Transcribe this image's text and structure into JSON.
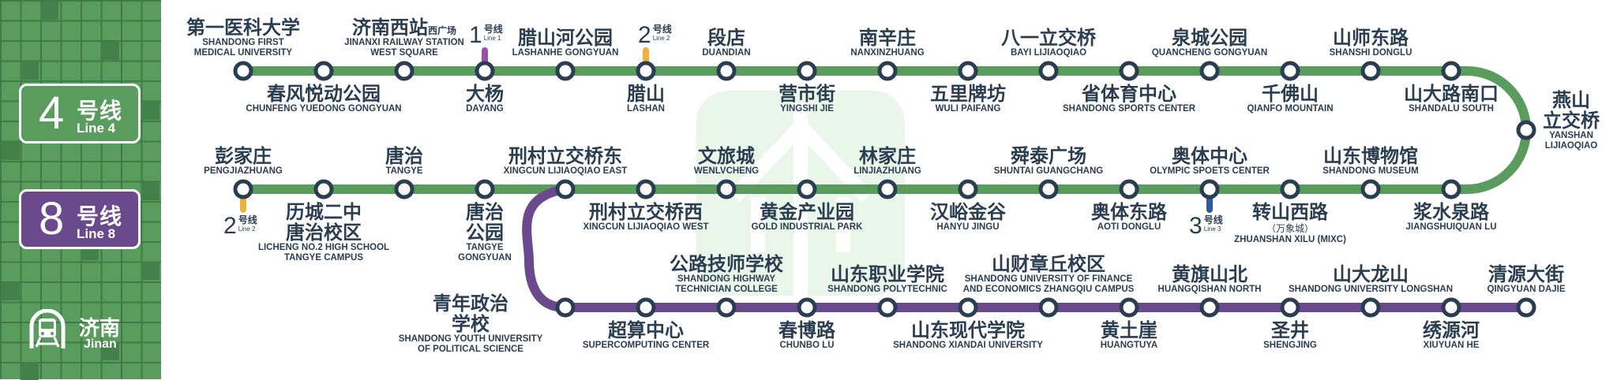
{
  "colors": {
    "line4": "#5a9c5e",
    "line8": "#6a4a8c",
    "line1": "#9a4fa8",
    "line2": "#f0b23c",
    "line3": "#2f5aa0",
    "station_ring": "#2b3d50",
    "text": "#2b3d50",
    "watermark": "#eaf6ea"
  },
  "sidebar": {
    "line4": {
      "number": "4",
      "cn": "号线",
      "en": "Line 4"
    },
    "line8": {
      "number": "8",
      "cn": "号线",
      "en": "Line 8"
    },
    "city": {
      "cn": "济南",
      "en": "Jinan",
      "icon": "metro-train-icon"
    }
  },
  "transfers": {
    "line1": {
      "number": "1",
      "cn": "号线",
      "en": "Line 1"
    },
    "line2a": {
      "number": "2",
      "cn": "号线",
      "en": "Line 2"
    },
    "line2b": {
      "number": "2",
      "cn": "号线",
      "en": "Line 2"
    },
    "line3": {
      "number": "3",
      "cn": "号线",
      "en": "Line 3"
    }
  },
  "line4_top": [
    {
      "cn": "第一医科大学",
      "en": "SHANDONG FIRST\nMEDICAL UNIVERSITY",
      "pos": "above"
    },
    {
      "cn": "春风悦动公园",
      "en": "CHUNFENG YUEDONG GONGYUAN",
      "pos": "below"
    },
    {
      "cn": "济南西站",
      "sup": "西广场",
      "en": "JINANXI RAILWAY STATION\nWEST SQUARE",
      "pos": "above"
    },
    {
      "cn": "大杨",
      "en": "DAYANG",
      "pos": "below"
    },
    {
      "cn": "腊山河公园",
      "en": "LASHANHE GONGYUAN",
      "pos": "above"
    },
    {
      "cn": "腊山",
      "en": "LASHAN",
      "pos": "below"
    },
    {
      "cn": "段店",
      "en": "DUANDIAN",
      "pos": "above"
    },
    {
      "cn": "营市街",
      "en": "YINGSHI JIE",
      "pos": "below"
    },
    {
      "cn": "南辛庄",
      "en": "NANXINZHUANG",
      "pos": "above"
    },
    {
      "cn": "五里牌坊",
      "en": "WULI PAIFANG",
      "pos": "below"
    },
    {
      "cn": "八一立交桥",
      "en": "BAYI LIJIAOQIAO",
      "pos": "above"
    },
    {
      "cn": "省体育中心",
      "en": "SHANDONG SPORTS CENTER",
      "pos": "below"
    },
    {
      "cn": "泉城公园",
      "en": "QUANCHENG GONGYUAN",
      "pos": "above"
    },
    {
      "cn": "千佛山",
      "en": "QIANFO MOUNTAIN",
      "pos": "below"
    },
    {
      "cn": "山师东路",
      "en": "SHANSHI DONGLU",
      "pos": "above"
    },
    {
      "cn": "山大路南口",
      "en": "SHANDALU SOUTH",
      "pos": "below"
    }
  ],
  "line4_turn": {
    "cn": "燕山\n立交桥",
    "en": "YANSHAN\nLIJIAOQIAO"
  },
  "line4_mid": [
    {
      "cn": "彭家庄",
      "en": "PENGJIAZHUANG",
      "pos": "above"
    },
    {
      "cn": "历城二中\n唐治校区",
      "en": "LICHENG NO.2 HIGH SCHOOL\nTANGYE CAMPUS",
      "pos": "below"
    },
    {
      "cn": "唐治",
      "en": "TANGYE",
      "pos": "above"
    },
    {
      "cn": "唐治\n公园",
      "en": "TANGYE\nGONGYUAN",
      "pos": "below"
    },
    {
      "cn": "刑村立交桥东",
      "en": "XINGCUN LIJIAOQIAO EAST",
      "pos": "above"
    },
    {
      "cn": "刑村立交桥西",
      "en": "XINGCUN LIJIAOQIAO WEST",
      "pos": "below"
    },
    {
      "cn": "文旅城",
      "en": "WENLVCHENG",
      "pos": "above"
    },
    {
      "cn": "黄金产业园",
      "en": "GOLD INDUSTRIAL PARK",
      "pos": "below"
    },
    {
      "cn": "林家庄",
      "en": "LINJIAZHUANG",
      "pos": "above"
    },
    {
      "cn": "汉峪金谷",
      "en": "HANYU JINGU",
      "pos": "below"
    },
    {
      "cn": "舜泰广场",
      "en": "SHUNTAI GUANGCHANG",
      "pos": "above"
    },
    {
      "cn": "奥体东路",
      "en": "AOTI DONGLU",
      "pos": "below"
    },
    {
      "cn": "奥体中心",
      "en": "OLYMPIC SPOETS CENTER",
      "pos": "above"
    },
    {
      "cn": "转山西路",
      "sub": "（万象城）",
      "en": "ZHUANSHAN XILU (MIXC)",
      "pos": "below"
    },
    {
      "cn": "山东博物馆",
      "en": "SHANDONG MUSEUM",
      "pos": "above"
    },
    {
      "cn": "浆水泉路",
      "en": "JIANGSHUIQUAN LU",
      "pos": "below"
    }
  ],
  "line8": [
    {
      "cn": "青年政治\n学校",
      "en": "SHANDONG YOUTH UNIVERSITY\nOF POLITICAL SCIENCE",
      "pos": "left"
    },
    {
      "cn": "超算中心",
      "en": "SUPERCOMPUTING CENTER",
      "pos": "below"
    },
    {
      "cn": "公路技师学校",
      "en": "SHANDONG HIGHWAY\nTECHNICIAN COLLEGE",
      "pos": "above"
    },
    {
      "cn": "春博路",
      "en": "CHUNBO LU",
      "pos": "below"
    },
    {
      "cn": "山东职业学院",
      "en": "SHANDONG POLYTECHNIC",
      "pos": "above"
    },
    {
      "cn": "山东现代学院",
      "en": "SHANDONG XIANDAI UNIVERSITY",
      "pos": "below"
    },
    {
      "cn": "山财章丘校区",
      "en": "SHANDONG UNIVERSITY OF FINANCE\nAND ECONOMICS ZHANGQIU CAMPUS",
      "pos": "above"
    },
    {
      "cn": "黄土崖",
      "en": "HUANGTUYA",
      "pos": "below"
    },
    {
      "cn": "黄旗山北",
      "en": "HUANGQISHAN NORTH",
      "pos": "above"
    },
    {
      "cn": "圣井",
      "en": "SHENGJING",
      "pos": "below"
    },
    {
      "cn": "山大龙山",
      "en": "SHANDONG UNIVERSITY LONGSHAN",
      "pos": "above"
    },
    {
      "cn": "绣源河",
      "en": "XIUYUAN HE",
      "pos": "below"
    },
    {
      "cn": "清源大街",
      "en": "QINGYUAN DAJIE",
      "pos": "above"
    }
  ]
}
